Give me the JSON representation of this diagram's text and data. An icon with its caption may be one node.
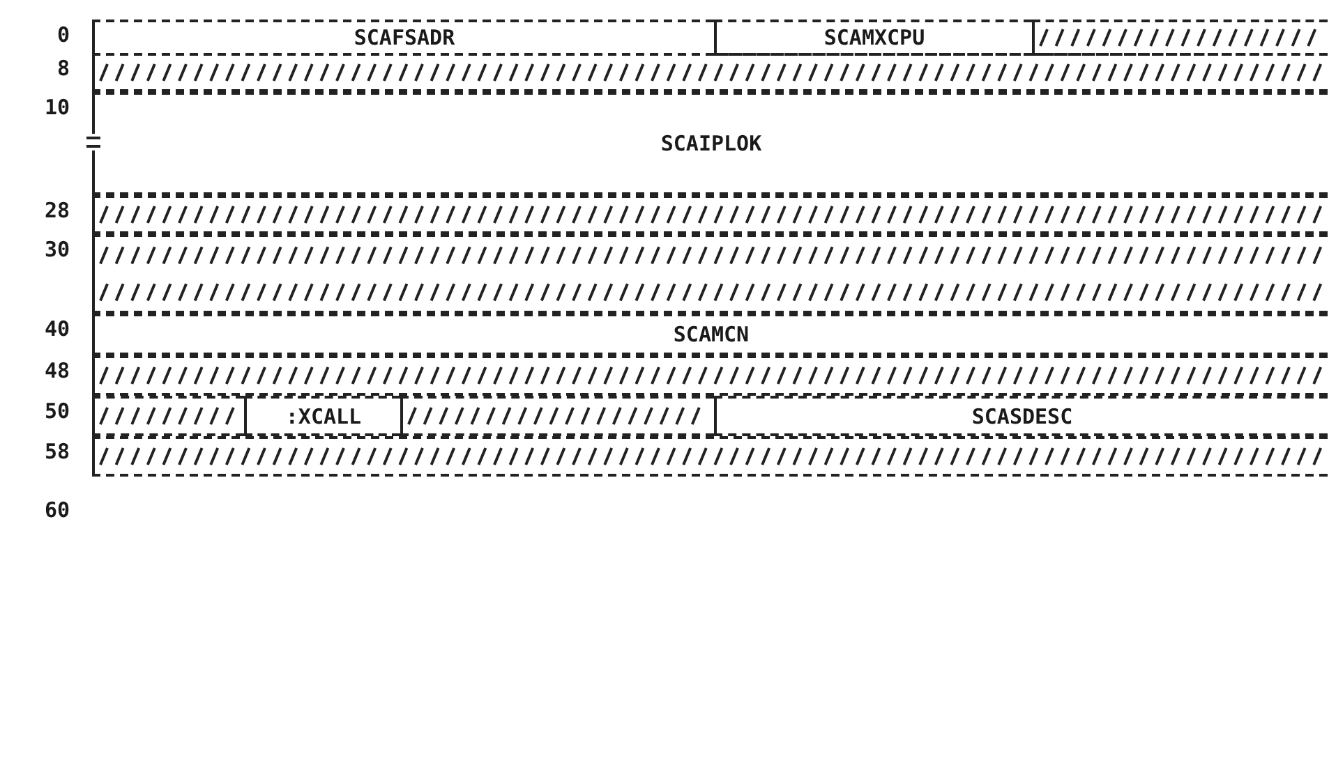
{
  "diagram": {
    "nodes": [
      {
        "text": [
          "SCAFSADR"
        ]
      },
      {
        "text": [
          "SCAMXCPU"
        ]
      },
      {
        "text": [],
        "shape": "box"
      },
      {
        "text": [],
        "shape": "box"
      },
      {
        "text": [
          "SCAIPLOK"
        ]
      },
      {
        "text": [],
        "shape": "box"
      },
      {
        "text": [],
        "shape": "box"
      },
      {
        "text": [
          "SCAMCN"
        ]
      },
      {
        "text": [],
        "shape": "box"
      },
      {
        "text": [],
        "shape": "box"
      },
      {
        "text": [
          ":XCALL"
        ]
      },
      {
        "text": [],
        "shape": "box"
      },
      {
        "text": [
          "SCASDESC"
        ]
      },
      {
        "text": [],
        "shape": "box"
      }
    ],
    "labels": [
      "0",
      "8",
      "10",
      "28",
      "30",
      "40",
      "48",
      "50",
      "58",
      "60"
    ]
  }
}
